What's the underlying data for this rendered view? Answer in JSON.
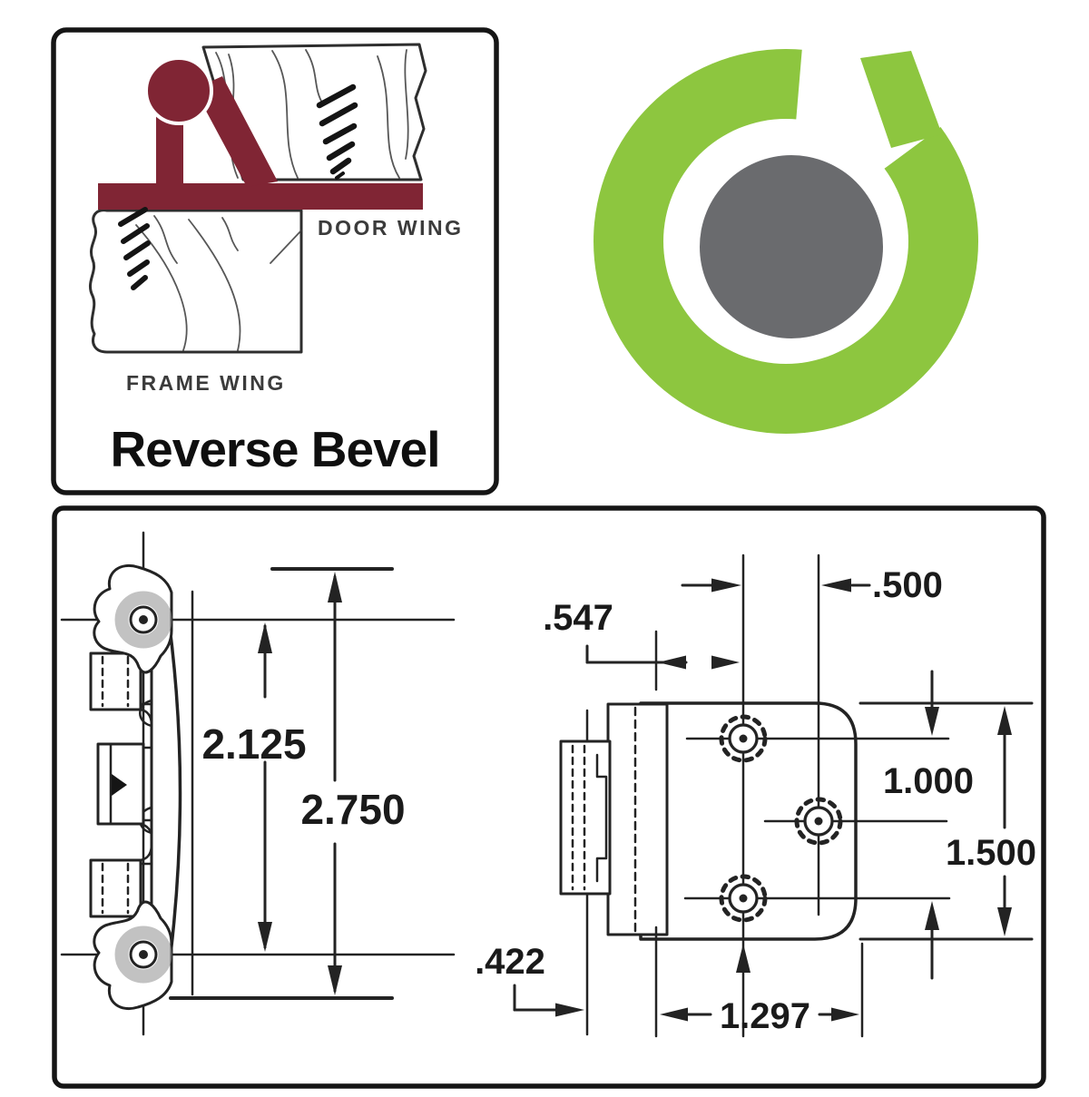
{
  "colors": {
    "hinge_maroon": "#802534",
    "drawing_line": "#232323",
    "logo_green": "#8dc63f",
    "logo_gray": "#6a6b6e"
  },
  "reverse_bevel_panel": {
    "door_wing_label": "DOOR WING",
    "frame_wing_label": "FRAME WING",
    "title": "Reverse Bevel"
  },
  "dimension_panel": {
    "side_view": {
      "hole_spacing_in": "2.125",
      "overall_length_in": "2.750"
    },
    "plan_view": {
      "edge_to_hole_col_in": ".547",
      "hole_col_spacing_in": ".500",
      "hole_row_spacing_in": "1.000",
      "plate_height_in": "1.500",
      "knuckle_offset_in": ".422",
      "plate_width_in": "1.297"
    }
  }
}
